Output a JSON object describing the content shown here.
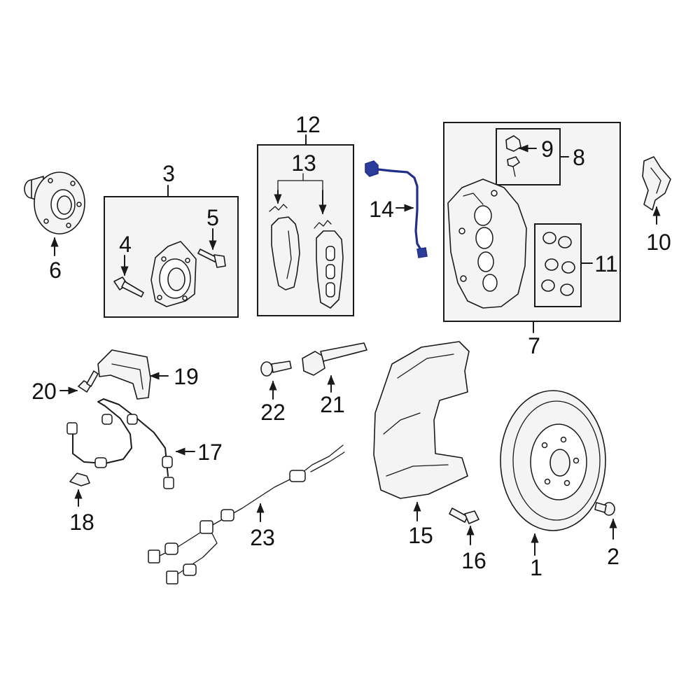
{
  "diagram": {
    "highlight_color": "#1f2f8a",
    "callouts": [
      {
        "id": "c1",
        "text": "1"
      },
      {
        "id": "c2",
        "text": "2"
      },
      {
        "id": "c3",
        "text": "3"
      },
      {
        "id": "c4",
        "text": "4"
      },
      {
        "id": "c5",
        "text": "5"
      },
      {
        "id": "c6",
        "text": "6"
      },
      {
        "id": "c7",
        "text": "7"
      },
      {
        "id": "c8",
        "text": "8"
      },
      {
        "id": "c9",
        "text": "9"
      },
      {
        "id": "c10",
        "text": "10"
      },
      {
        "id": "c11",
        "text": "11"
      },
      {
        "id": "c12",
        "text": "12"
      },
      {
        "id": "c13",
        "text": "13"
      },
      {
        "id": "c14",
        "text": "14"
      },
      {
        "id": "c15",
        "text": "15"
      },
      {
        "id": "c16",
        "text": "16"
      },
      {
        "id": "c17",
        "text": "17"
      },
      {
        "id": "c18",
        "text": "18"
      },
      {
        "id": "c19",
        "text": "19"
      },
      {
        "id": "c20",
        "text": "20"
      },
      {
        "id": "c21",
        "text": "21"
      },
      {
        "id": "c22",
        "text": "22"
      },
      {
        "id": "c23",
        "text": "23"
      }
    ]
  }
}
